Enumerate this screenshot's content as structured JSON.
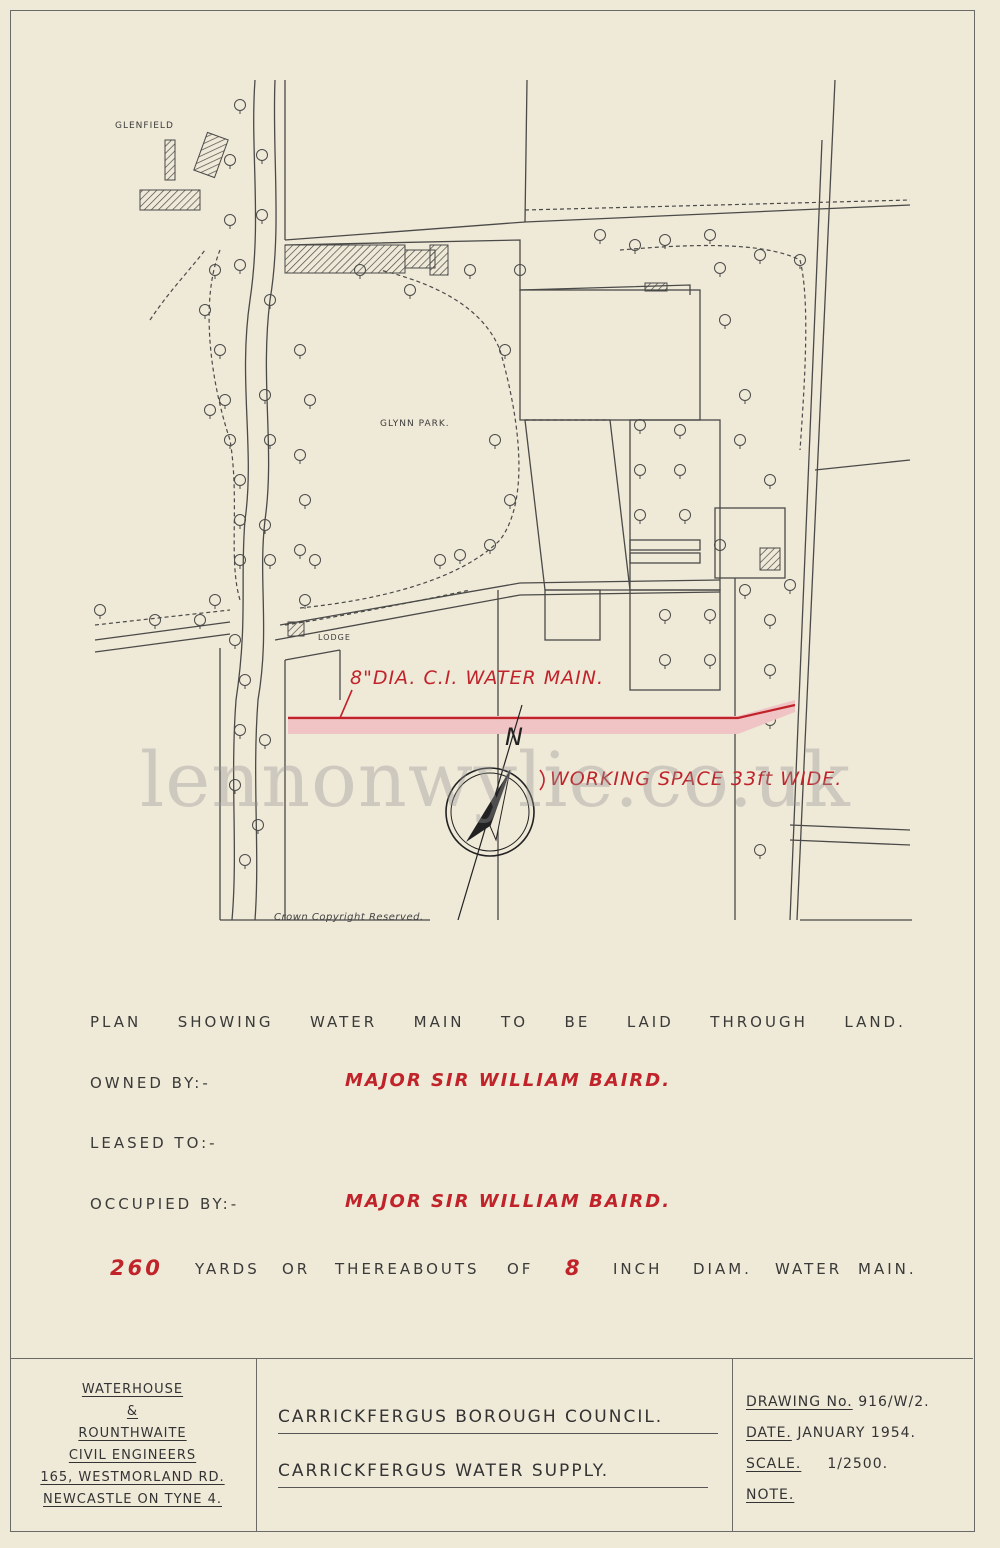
{
  "map_labels": {
    "glenfield": "GLENFIELD",
    "glynn_park": "GLYNN PARK.",
    "lodge": "LODGE",
    "north": "N",
    "crown_copyright": "Crown Copyright Reserved."
  },
  "annotations": {
    "water_main": "8\"DIA. C.I. WATER MAIN.",
    "working_space": "WORKING SPACE 33ft WIDE."
  },
  "watermark": "lennonwylie.co.uk",
  "plan_title_words": [
    "PLAN",
    "SHOWING",
    "WATER",
    "MAIN",
    "TO",
    "BE",
    "LAID",
    "THROUGH",
    "LAND."
  ],
  "ownership": {
    "owned_label": "OWNED BY:-",
    "owned_value": "MAJOR SIR WILLIAM BAIRD.",
    "leased_label": "LEASED TO:-",
    "leased_value": "",
    "occupied_label": "OCCUPIED BY:-",
    "occupied_value": "MAJOR SIR WILLIAM BAIRD."
  },
  "quantity": {
    "yards": "260",
    "yards_text": "YARDS",
    "or_text": "OR",
    "thereabouts_text": "THEREABOUTS",
    "of_text": "OF",
    "inch_value": "8",
    "inch_text": "INCH",
    "diam_text": "DIAM.",
    "water_text": "WATER",
    "main_text": "MAIN."
  },
  "title_block": {
    "firm": [
      "WATERHOUSE",
      "&",
      "ROUNTHWAITE",
      "CIVIL ENGINEERS",
      "165, WESTMORLAND RD.",
      "NEWCASTLE ON TYNE 4."
    ],
    "council": "CARRICKFERGUS BOROUGH COUNCIL.",
    "project": "CARRICKFERGUS WATER SUPPLY.",
    "drawing_label": "DRAWING No.",
    "drawing_value": "916/W/2.",
    "date_label": "DATE.",
    "date_value": "JANUARY 1954.",
    "scale_label": "SCALE.",
    "scale_value": "1/2500.",
    "note_label": "NOTE."
  },
  "colors": {
    "paper": "#efe9d8",
    "ink": "#3c3c3a",
    "red_ink": "#c0242a",
    "pipe_band": "#f0c4c4"
  }
}
